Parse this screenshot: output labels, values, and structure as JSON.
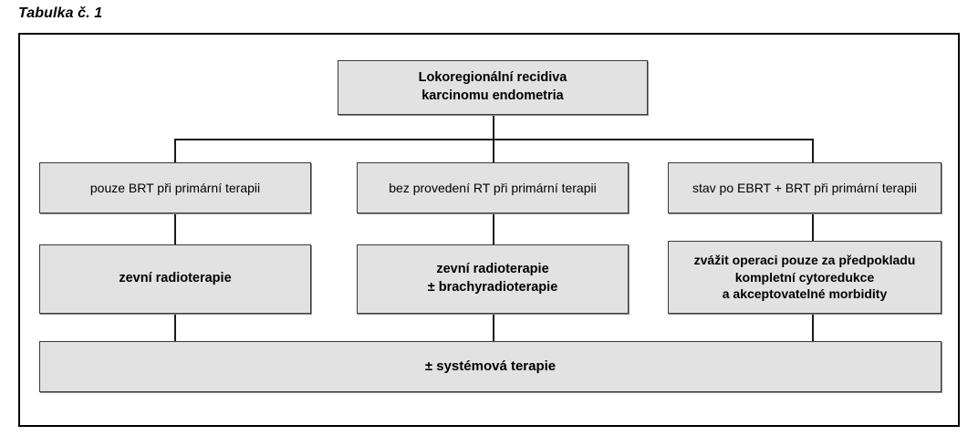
{
  "figure": {
    "caption": "Tabulka č. 1",
    "colors": {
      "node_fill": "#e2e2e2",
      "node_border": "#3a3a3a",
      "frame_border": "#000000",
      "connector": "#1a1a1a",
      "text": "#000000",
      "background": "#ffffff"
    }
  },
  "chart_data": {
    "type": "diagram",
    "title": "Tabulka č. 1",
    "orientation": "top-down",
    "nodes": [
      {
        "id": "root",
        "text": "Lokoregionální recidiva\nkarcinomu endometria",
        "lines": [
          "Lokoregionální recidiva",
          "karcinomu endometria"
        ],
        "level": 0,
        "bold": true
      },
      {
        "id": "branch-left",
        "text": "pouze BRT při primární terapii",
        "lines": [
          "pouze BRT při primární terapii"
        ],
        "level": 1,
        "bold": false
      },
      {
        "id": "branch-middle",
        "text": "bez provedení RT při primární terapii",
        "lines": [
          "bez provedení RT při primární terapii"
        ],
        "level": 1,
        "bold": false
      },
      {
        "id": "branch-right",
        "text": "stav po EBRT + BRT při primární terapii",
        "lines": [
          "stav po EBRT + BRT při primární terapii"
        ],
        "level": 1,
        "bold": false
      },
      {
        "id": "treatment-left",
        "text": "zevní radioterapie",
        "lines": [
          "zevní radioterapie"
        ],
        "level": 2,
        "bold": true
      },
      {
        "id": "treatment-middle",
        "text": "zevní radioterapie\n± brachyradioterapie",
        "lines": [
          "zevní radioterapie",
          "± brachyradioterapie"
        ],
        "level": 2,
        "bold": true
      },
      {
        "id": "treatment-right",
        "text": "zvážit operaci pouze za předpokladu\nkompletní cytoredukce\na akceptovatelné morbidity",
        "lines": [
          "zvážit operaci pouze za předpokladu",
          "kompletní cytoredukce",
          "a akceptovatelné morbidity"
        ],
        "level": 2,
        "bold": true
      },
      {
        "id": "systemic",
        "text": "± systémová terapie",
        "lines": [
          "± systémová terapie"
        ],
        "level": 3,
        "bold": true
      }
    ],
    "edges": [
      {
        "from": "root",
        "to": "branch-left"
      },
      {
        "from": "root",
        "to": "branch-middle"
      },
      {
        "from": "root",
        "to": "branch-right"
      },
      {
        "from": "branch-left",
        "to": "treatment-left"
      },
      {
        "from": "branch-middle",
        "to": "treatment-middle"
      },
      {
        "from": "branch-right",
        "to": "treatment-right"
      },
      {
        "from": "treatment-left",
        "to": "systemic"
      },
      {
        "from": "treatment-middle",
        "to": "systemic"
      },
      {
        "from": "treatment-right",
        "to": "systemic"
      }
    ]
  }
}
